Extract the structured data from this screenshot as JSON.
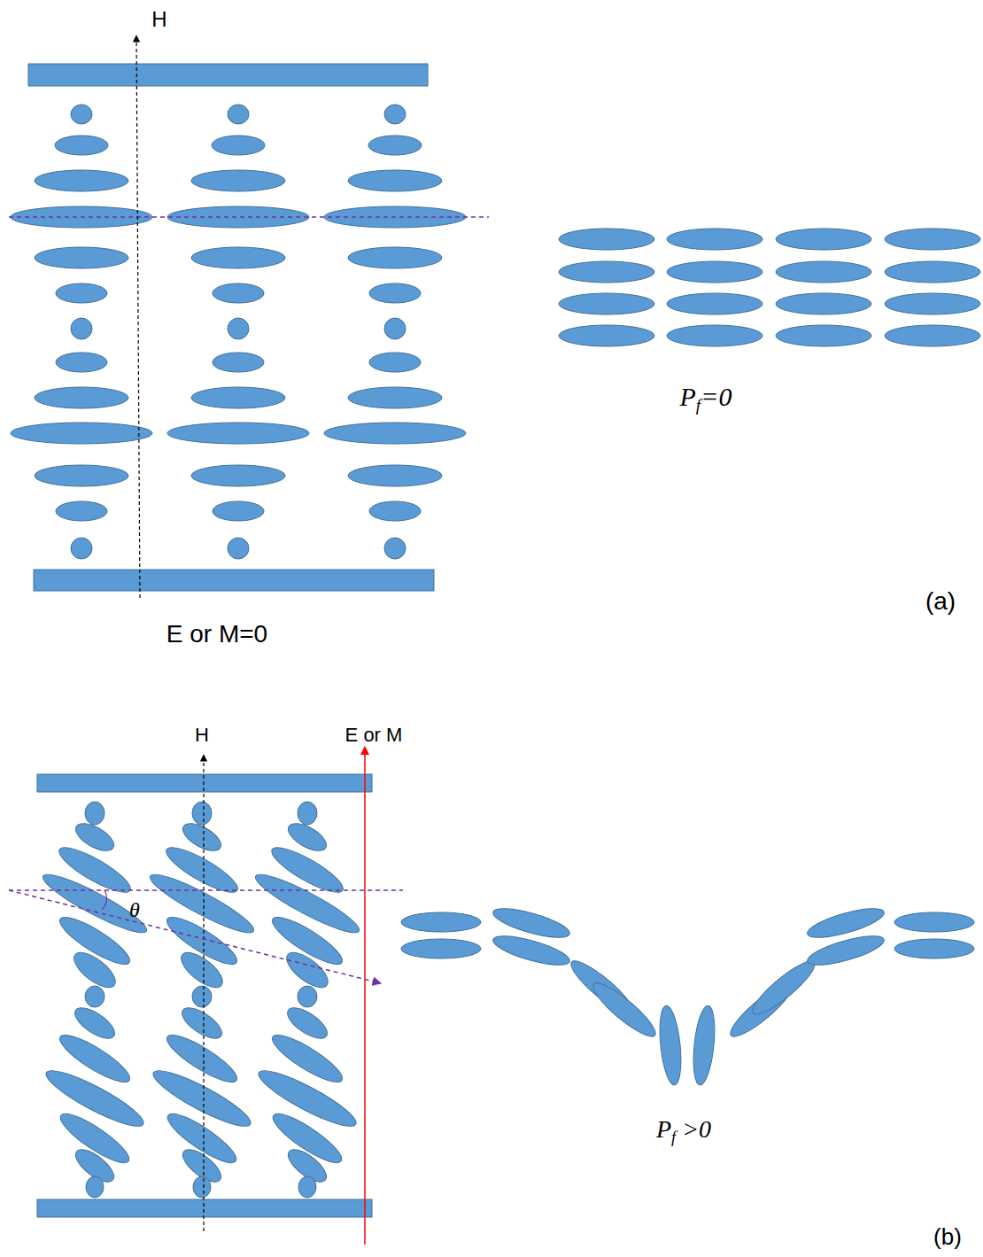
{
  "diagram": {
    "labels": [
      "H",
      "E or M=0",
      "Pf=0",
      "(a)",
      "H",
      "E or M",
      "θ",
      "Pf >0",
      "(b)"
    ]
  }
}
